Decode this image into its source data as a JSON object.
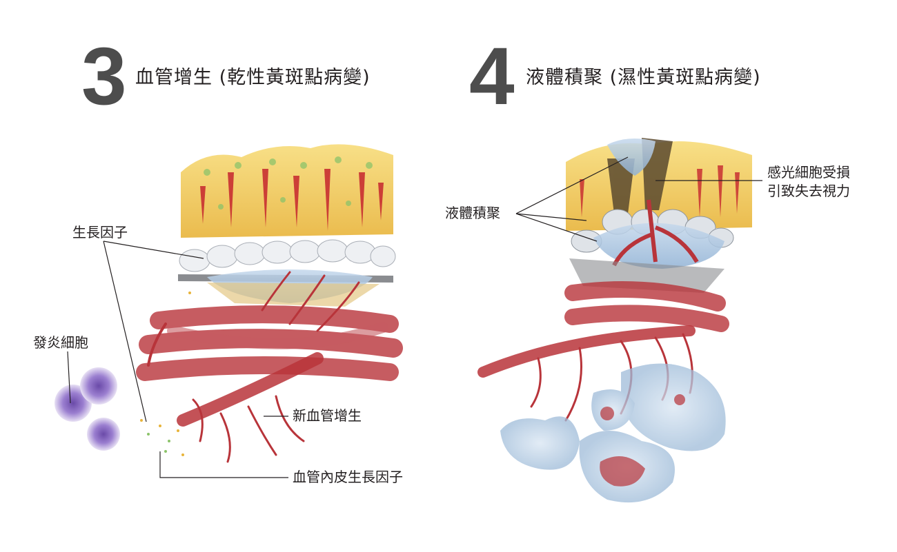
{
  "panel3": {
    "number": "3",
    "title": "血管增生 (乾性黃斑點病變)",
    "labels": {
      "growth_factor": "生長因子",
      "inflammatory_cells": "發炎細胞",
      "new_vessels": "新血管增生",
      "vegf": "血管內皮生長因子"
    }
  },
  "panel4": {
    "number": "4",
    "title": "液體積聚 (濕性黃斑點病變)",
    "labels": {
      "fluid": "液體積聚",
      "photoreceptor_damage": [
        "感光細胞受損",
        "引致失去視力"
      ]
    }
  },
  "colors": {
    "heading_number": "#4d4d4d",
    "vessel_red": "#b8343a",
    "photoreceptor_yellow": "#f2c84b",
    "fluid_blue": "#a9c4de",
    "inflammatory_purple": "#8f6fc2"
  }
}
